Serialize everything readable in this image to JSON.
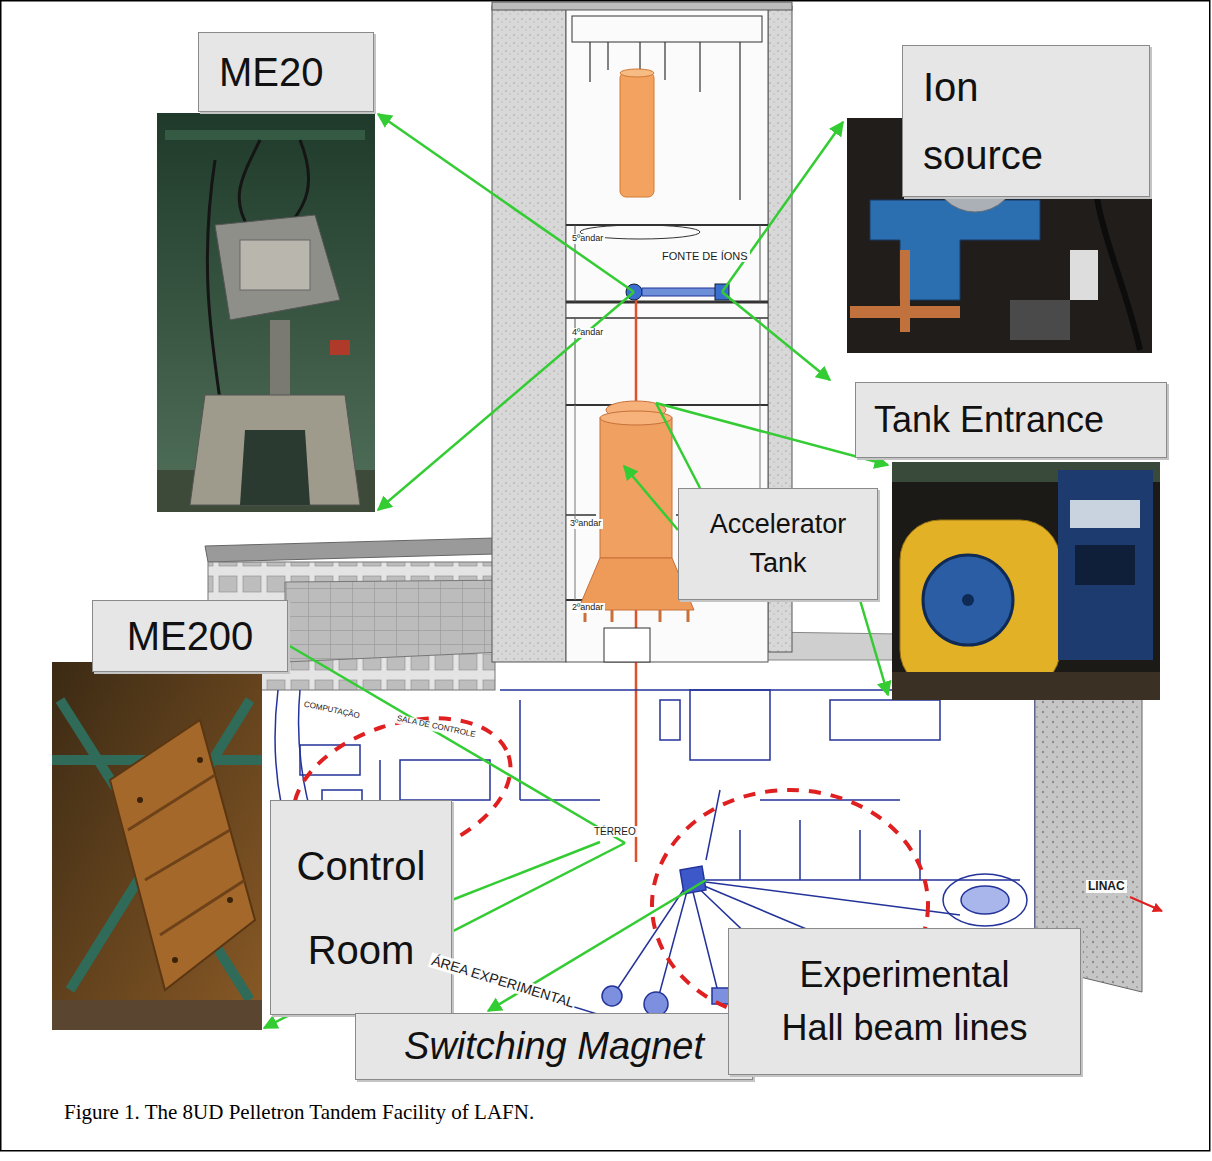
{
  "diagram": {
    "caption": "Figure 1. The 8UD Pelletron Tandem Facility of LAFN.",
    "nodes": [
      {
        "text": [
          "ME20"
        ]
      },
      {
        "text": [
          "Ion source"
        ]
      },
      {
        "text": [
          "Tank Entrance"
        ]
      },
      {
        "text": [
          "Accelerator Tank"
        ]
      },
      {
        "text": [
          "ME200"
        ]
      },
      {
        "text": [
          "Control Room"
        ]
      },
      {
        "text": [
          "Experimental Hall beam lines"
        ]
      },
      {
        "text": [
          "Switching Magnet"
        ]
      }
    ],
    "labels": [
      "FONTE DE ÍONS",
      "5ºandar",
      "4ºandar",
      "3ºandar",
      "2ºandar",
      "TÉRREO",
      "SALA DE CONTROLE",
      "COMPUTAÇÃO",
      "ÁREA EXPERIMENTAL",
      "LINAC"
    ]
  }
}
